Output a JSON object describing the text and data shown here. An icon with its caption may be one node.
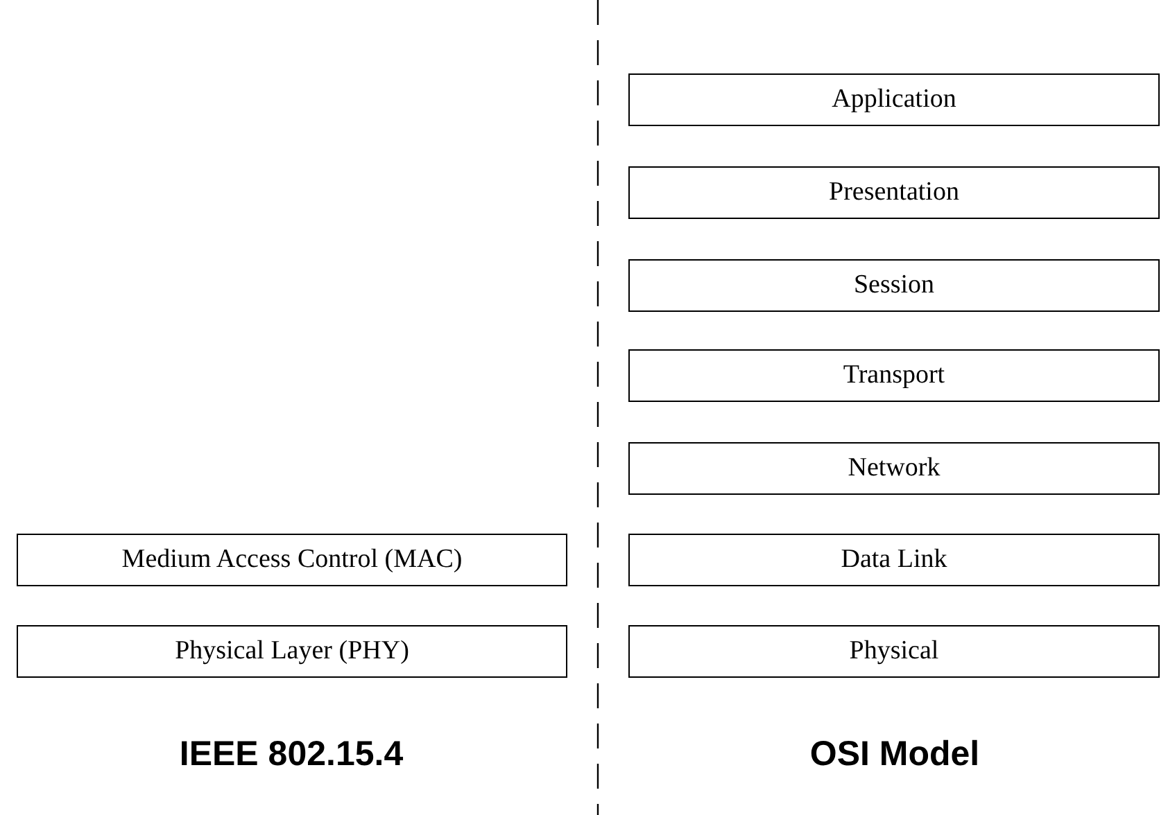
{
  "diagram": {
    "nodes": [
      {
        "text": [
          "Application"
        ]
      },
      {
        "text": [
          "Presentation"
        ]
      },
      {
        "text": [
          "Session"
        ]
      },
      {
        "text": [
          "Transport"
        ]
      },
      {
        "text": [
          "Network"
        ]
      },
      {
        "text": [
          "Medium Access Control (MAC)"
        ]
      },
      {
        "text": [
          "Data Link"
        ]
      },
      {
        "text": [
          "Physical Layer (PHY)"
        ]
      },
      {
        "text": [
          "Physical"
        ]
      }
    ],
    "labels": [
      "IEEE 802.15.4",
      "OSI Model"
    ]
  }
}
